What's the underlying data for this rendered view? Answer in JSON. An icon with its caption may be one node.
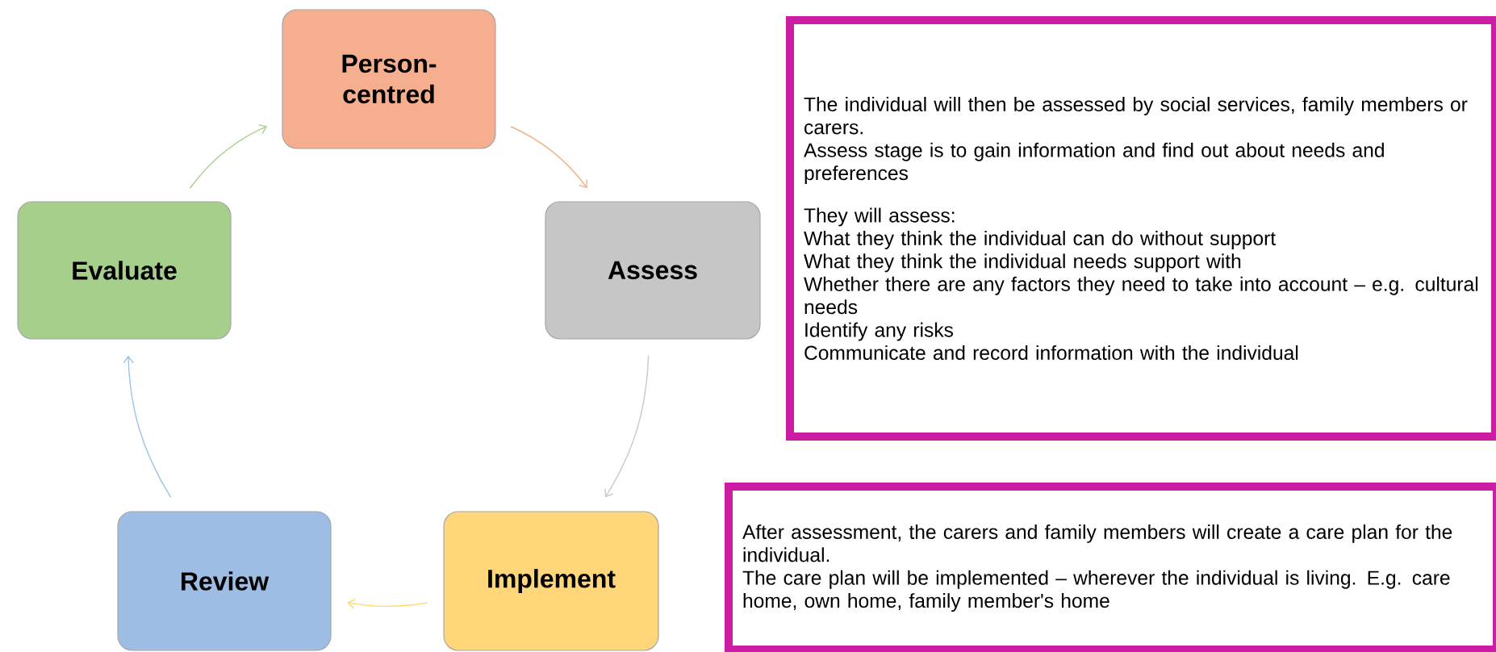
{
  "diagram": {
    "nodes": [
      {
        "text": [
          "Person-centred"
        ]
      },
      {
        "text": [
          "Assess"
        ]
      },
      {
        "text": [
          "Implement"
        ]
      },
      {
        "text": [
          "Review"
        ]
      },
      {
        "text": [
          "Evaluate"
        ]
      },
      {
        "text": [
          "The individual will then be assessed by social services, family members or carers.",
          "Assess stage is to gain information and find out about needs and preferences",
          "They will assess:",
          "What they think the individual can do without support",
          "What they think the individual needs support with",
          "Whether there are any factors they need to take into account – e.g. cultural needs",
          "Identify any risks",
          "Communicate and record information with the individual"
        ]
      },
      {
        "text": [
          "After assessment, the carers and family members will create a care plan for the individual.",
          "The care plan will be implemented – wherever the individual is living.  E.g. care home, own home, family member's home"
        ]
      }
    ],
    "edges": [
      {
        "from": 0,
        "to": 1,
        "arrow": "to",
        "color": "#f4b183"
      },
      {
        "from": 1,
        "to": 2,
        "arrow": "to",
        "color": "#c9c9c9"
      },
      {
        "from": 2,
        "to": 3,
        "arrow": "to",
        "color": "#ffd966"
      },
      {
        "from": 3,
        "to": 4,
        "arrow": "to",
        "color": "#9dc3e6"
      },
      {
        "from": 4,
        "to": 0,
        "arrow": "to",
        "color": "#a9d18e"
      }
    ]
  }
}
